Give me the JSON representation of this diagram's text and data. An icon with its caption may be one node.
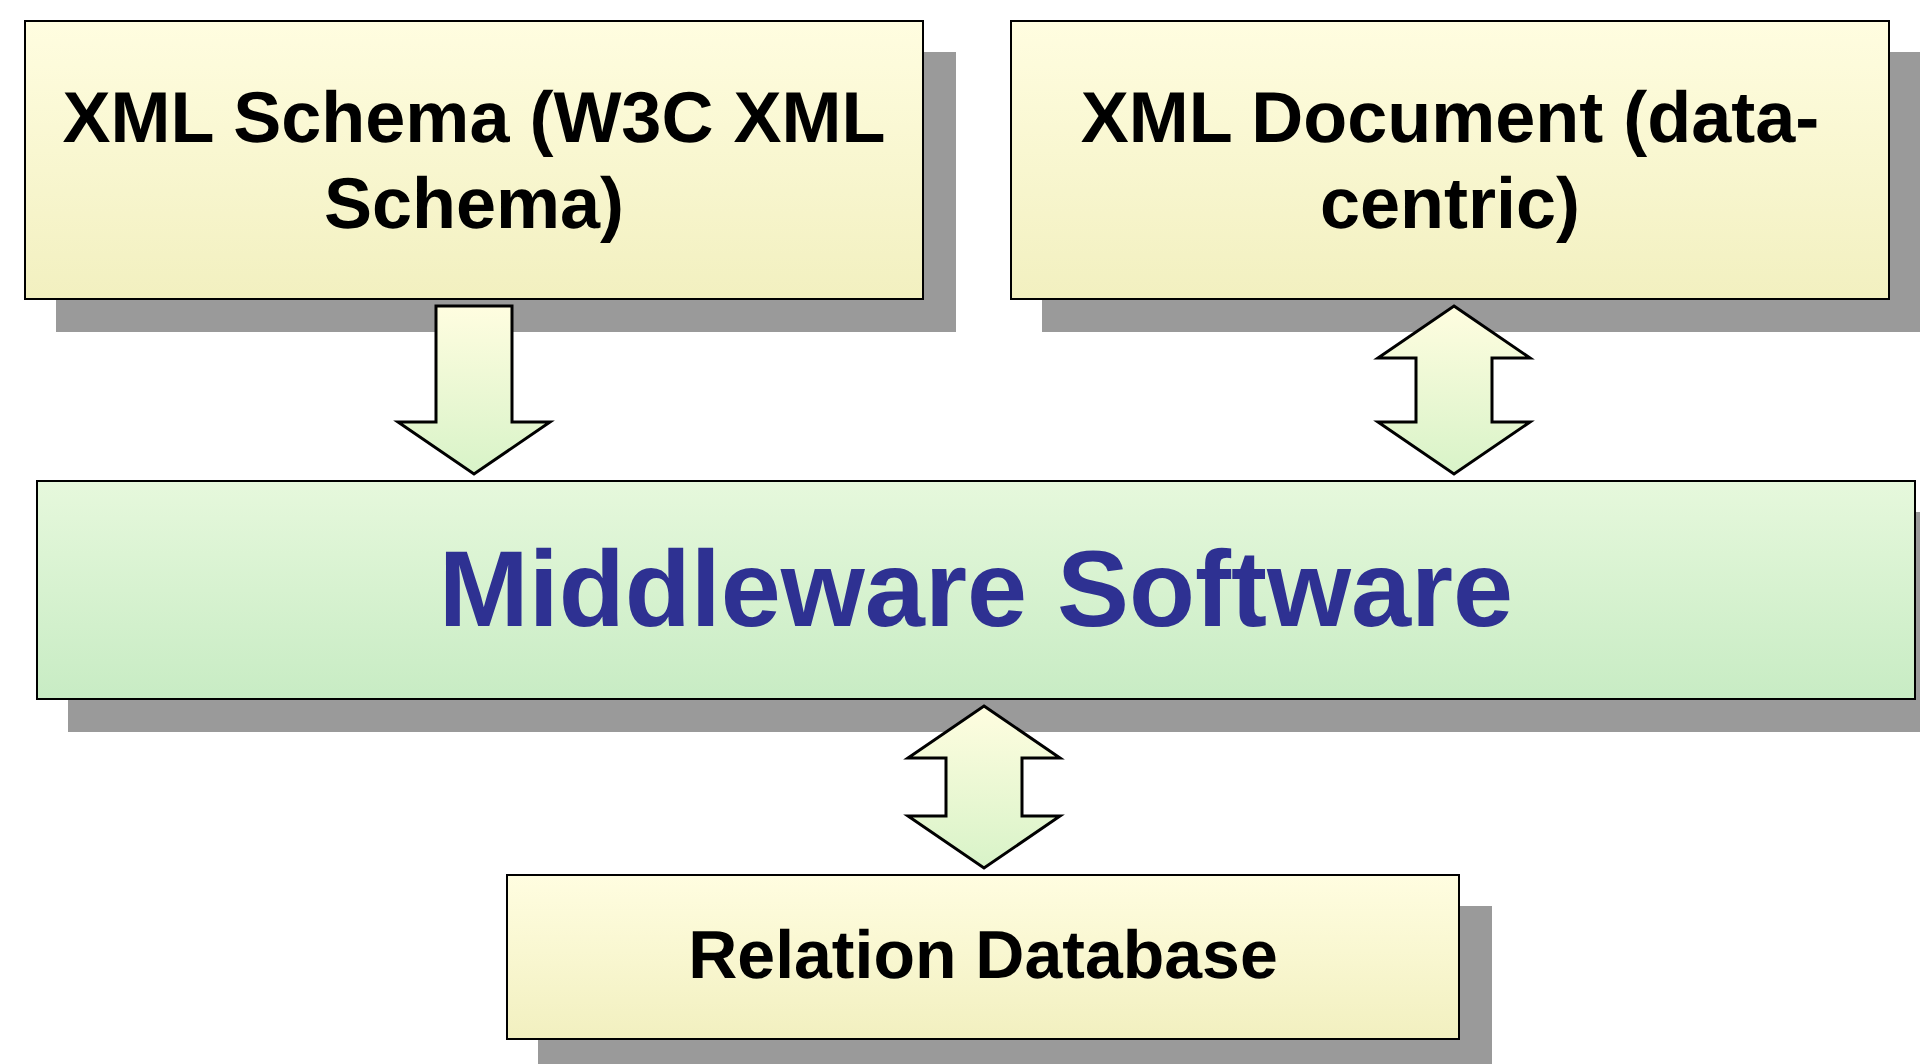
{
  "diagram": {
    "nodes": [
      {
        "text": [
          "XML Schema (W3C XML Schema)"
        ]
      },
      {
        "text": [
          "XML Document (data-centric)"
        ]
      },
      {
        "text": [
          "Middleware Software"
        ]
      },
      {
        "text": [
          "Relation Database"
        ]
      }
    ],
    "edges": [
      {
        "from": 0,
        "to": 2,
        "arrow": "to"
      },
      {
        "from": 1,
        "to": 2,
        "arrow": "both"
      },
      {
        "from": 2,
        "to": 3,
        "arrow": "both"
      }
    ]
  }
}
